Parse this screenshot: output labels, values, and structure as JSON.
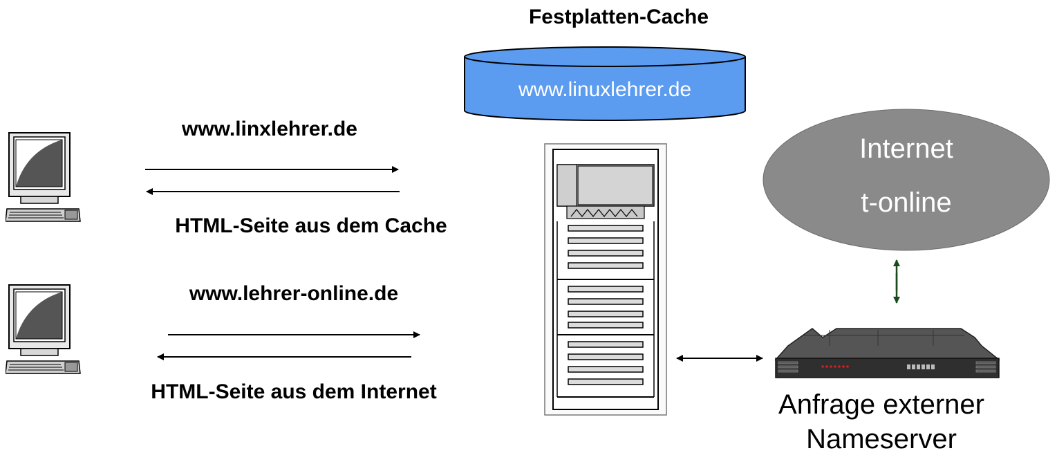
{
  "cache": {
    "title": "Festplatten-Cache",
    "content": "www.linuxlehrer.de"
  },
  "client1": {
    "request": "www.linxlehrer.de",
    "response": "HTML-Seite aus dem Cache"
  },
  "client2": {
    "request": "www.lehrer-online.de",
    "response": "HTML-Seite aus dem Internet"
  },
  "internet": {
    "line1": "Internet",
    "line2": "t-online"
  },
  "router": {
    "caption": "Anfrage externer Nameserver"
  },
  "colors": {
    "cache_fill": "#5b9bf0",
    "internet_fill": "#8a8a8a",
    "arrow_green": "#1a4a1a"
  }
}
